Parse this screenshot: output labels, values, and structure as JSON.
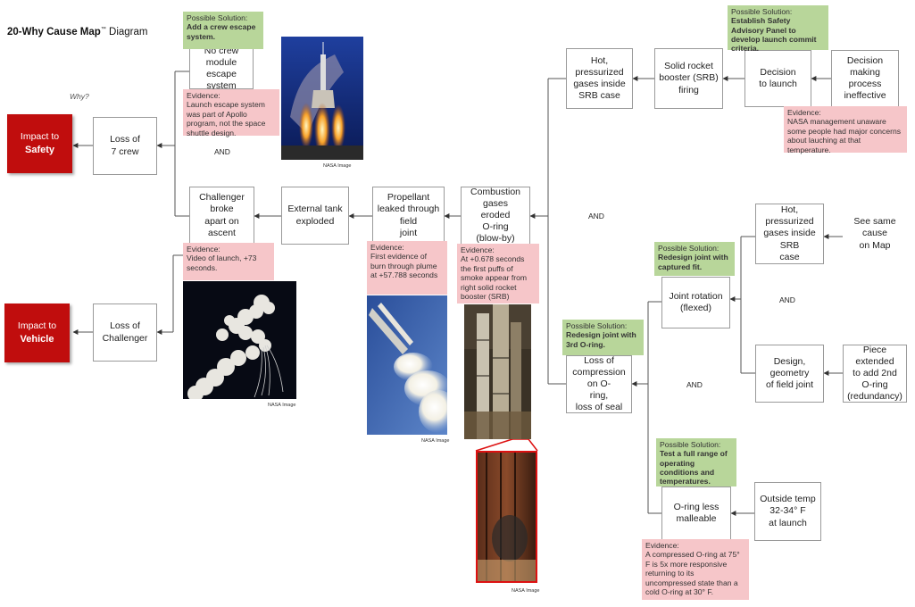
{
  "header": {
    "title_bold": "20-Why Cause Map",
    "title_mark": "™",
    "title_rest": " Diagram",
    "why": "Why?"
  },
  "impacts": {
    "safety": {
      "line1": "Impact to",
      "line2": "Safety"
    },
    "vehicle": {
      "line1": "Impact to",
      "line2": "Vehicle"
    }
  },
  "boxes": {
    "loss_crew": "Loss of\n7 crew",
    "loss_challenger": "Loss of\nChallenger",
    "no_escape": "No crew module\nescape system",
    "challenger_broke": "Challenger broke\napart on ascent",
    "tank_exploded": "External tank\nexploded",
    "propellant": "Propellant\nleaked through field\njoint",
    "combustion": "Combustion gases\neroded\nO-ring\n(blow-by)",
    "hot_gases_top": "Hot, pressurized\ngases inside\nSRB case",
    "srb_firing": "Solid rocket\nbooster (SRB)\nfiring",
    "decision": "Decision\nto launch",
    "decision_process": "Decision making\nprocess\nineffective",
    "loss_compression": "Loss of\ncompression on O-\nring,\nloss of seal",
    "joint_rotation": "Joint rotation\n(flexed)",
    "hot_gases_right": "Hot, pressurized\ngases inside SRB\ncase",
    "see_same": "See same cause\non Map",
    "design_geometry": "Design, geometry\nof field joint",
    "piece_extended": "Piece extended\nto add 2nd\nO-ring\n(redundancy)",
    "oring_less": "O-ring less\nmalleable",
    "outside_temp": "Outside temp\n32-34° F\nat launch"
  },
  "solutions": {
    "escape": {
      "heading": "Possible Solution:",
      "text": "Add a crew escape system."
    },
    "advisory": {
      "heading": "Possible Solution:",
      "text": "Establish Safety Advisory Panel to develop launch commit criteria."
    },
    "captured": {
      "heading": "Possible Solution:",
      "text": "Redesign joint with captured fit."
    },
    "third_oring": {
      "heading": "Possible Solution:",
      "text": "Redesign joint with 3rd O-ring."
    },
    "test_range": {
      "heading": "Possible Solution:",
      "text": "Test a full range of operating conditions and temperatures."
    }
  },
  "evidence": {
    "apollo": {
      "heading": "Evidence:",
      "text": "Launch escape system was part of Apollo program, not the space shuttle design."
    },
    "video": {
      "heading": "Evidence:",
      "text": "Video of launch, +73 seconds."
    },
    "burn_through": {
      "heading": "Evidence:",
      "text": "First evidence of burn through plume at +57.788 seconds"
    },
    "smoke": {
      "heading": "Evidence:",
      "text": "At +0.678 seconds the first puffs of smoke appear from right solid rocket booster (SRB)"
    },
    "nasa_mgmt": {
      "heading": "Evidence:",
      "text": "NASA management unaware some people had major concerns about lauching at that temperature."
    },
    "compressed": {
      "heading": "Evidence:",
      "text": "A compressed O-ring at 75° F is 5x more responsive returning to its uncompressed state than a cold O-ring at 30° F."
    }
  },
  "connectors": {
    "and_label": "AND"
  },
  "credits": {
    "nasa": "NASA Image"
  },
  "colors": {
    "impact_red": "#c00d0d",
    "solution_green": "#b8d69a",
    "evidence_pink": "#f6c6c9",
    "box_border": "#9a9a9a"
  }
}
